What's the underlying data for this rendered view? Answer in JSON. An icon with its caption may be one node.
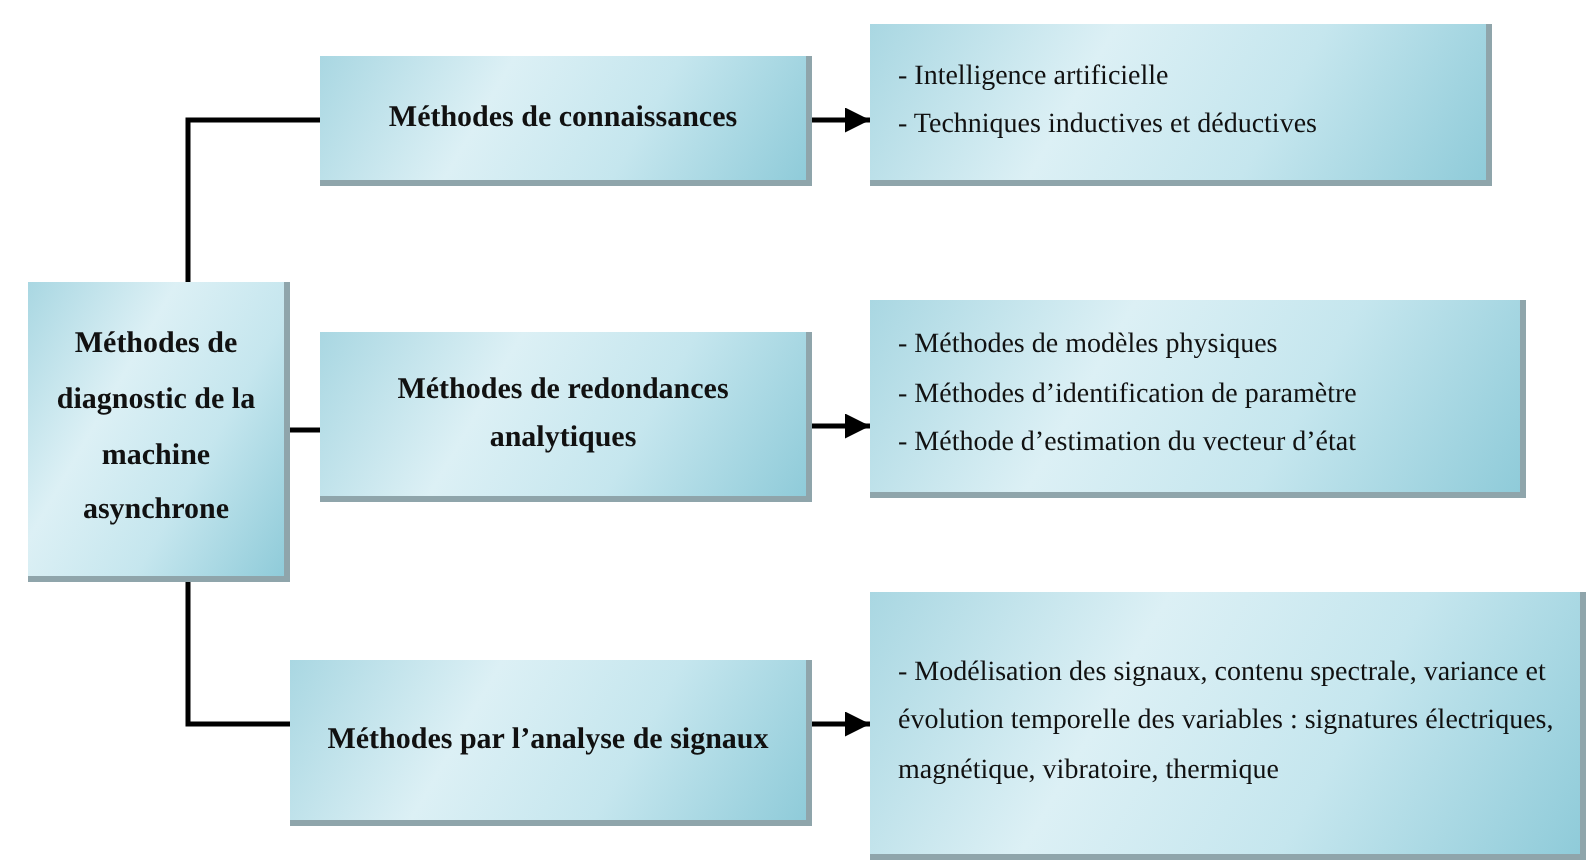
{
  "diagram": {
    "nodes": [
      {
        "text": [
          "Méthodes de diagnostic de la machine asynchrone"
        ]
      },
      {
        "text": [
          "Méthodes de connaissances"
        ]
      },
      {
        "text": [
          "Méthodes de redondances analytiques"
        ]
      },
      {
        "text": [
          "Méthodes par l’analyse de signaux"
        ]
      },
      {
        "text": [
          "- Intelligence artificielle",
          "- Techniques inductives et déductives"
        ]
      },
      {
        "text": [
          "- Méthodes de modèles physiques",
          "- Méthodes d’identification de paramètre",
          "- Méthode d’estimation du vecteur d’état"
        ]
      },
      {
        "text": [
          "- Modélisation des signaux, contenu spectrale, variance et évolution temporelle des variables : signatures électriques, magnétique, vibratoire, thermique"
        ]
      }
    ],
    "edges": [
      {
        "from": 0,
        "to": 1,
        "arrow": "none"
      },
      {
        "from": 0,
        "to": 2,
        "arrow": "none"
      },
      {
        "from": 0,
        "to": 3,
        "arrow": "none"
      },
      {
        "from": 1,
        "to": 4,
        "arrow": "to"
      },
      {
        "from": 2,
        "to": 5,
        "arrow": "to"
      },
      {
        "from": 3,
        "to": 6,
        "arrow": "to"
      }
    ]
  }
}
